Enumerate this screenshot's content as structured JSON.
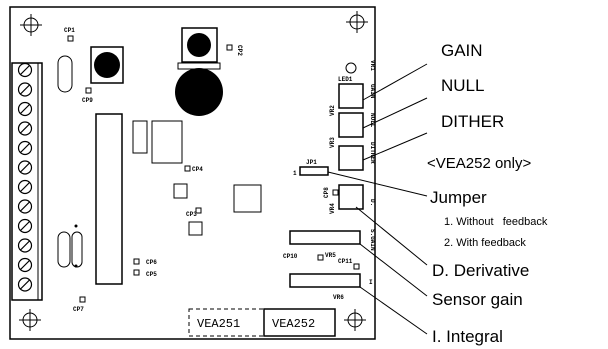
{
  "board": {
    "components": {
      "cp1": "CP1",
      "cp2": "CP2",
      "cp3": "CP3",
      "cp4": "CP4",
      "cp5": "CP5",
      "cp6": "CP6",
      "cp7": "CP7",
      "cp8": "CP8",
      "cp9": "CP9",
      "cp10": "CP10",
      "cp11": "CP11",
      "led1": "LED1",
      "jp1": "JP1",
      "jp1_pin": "1",
      "vr1": "VR1",
      "vr2": "VR2",
      "vr3": "VR3",
      "vr4": "VR4",
      "vr5": "VR5",
      "vr6": "VR6",
      "pot_gain": "GAIN",
      "pot_null": "NULL",
      "pot_dither": "DITHER",
      "pot_d": "D.",
      "sgain": "S.GAIN",
      "vr6_pin": "I"
    },
    "variants": {
      "vea251": "VEA251",
      "vea252": "VEA252"
    }
  },
  "callouts": {
    "gain": "GAIN",
    "null": "NULL",
    "dither": "DITHER",
    "vea252_only": "<VEA252 only>",
    "jumper": "Jumper",
    "jumper_opt1": "1. Without   feedback",
    "jumper_opt2": "2. With feedback",
    "derivative": "D. Derivative",
    "sensor_gain": "Sensor gain",
    "integral": "I. Integral"
  }
}
